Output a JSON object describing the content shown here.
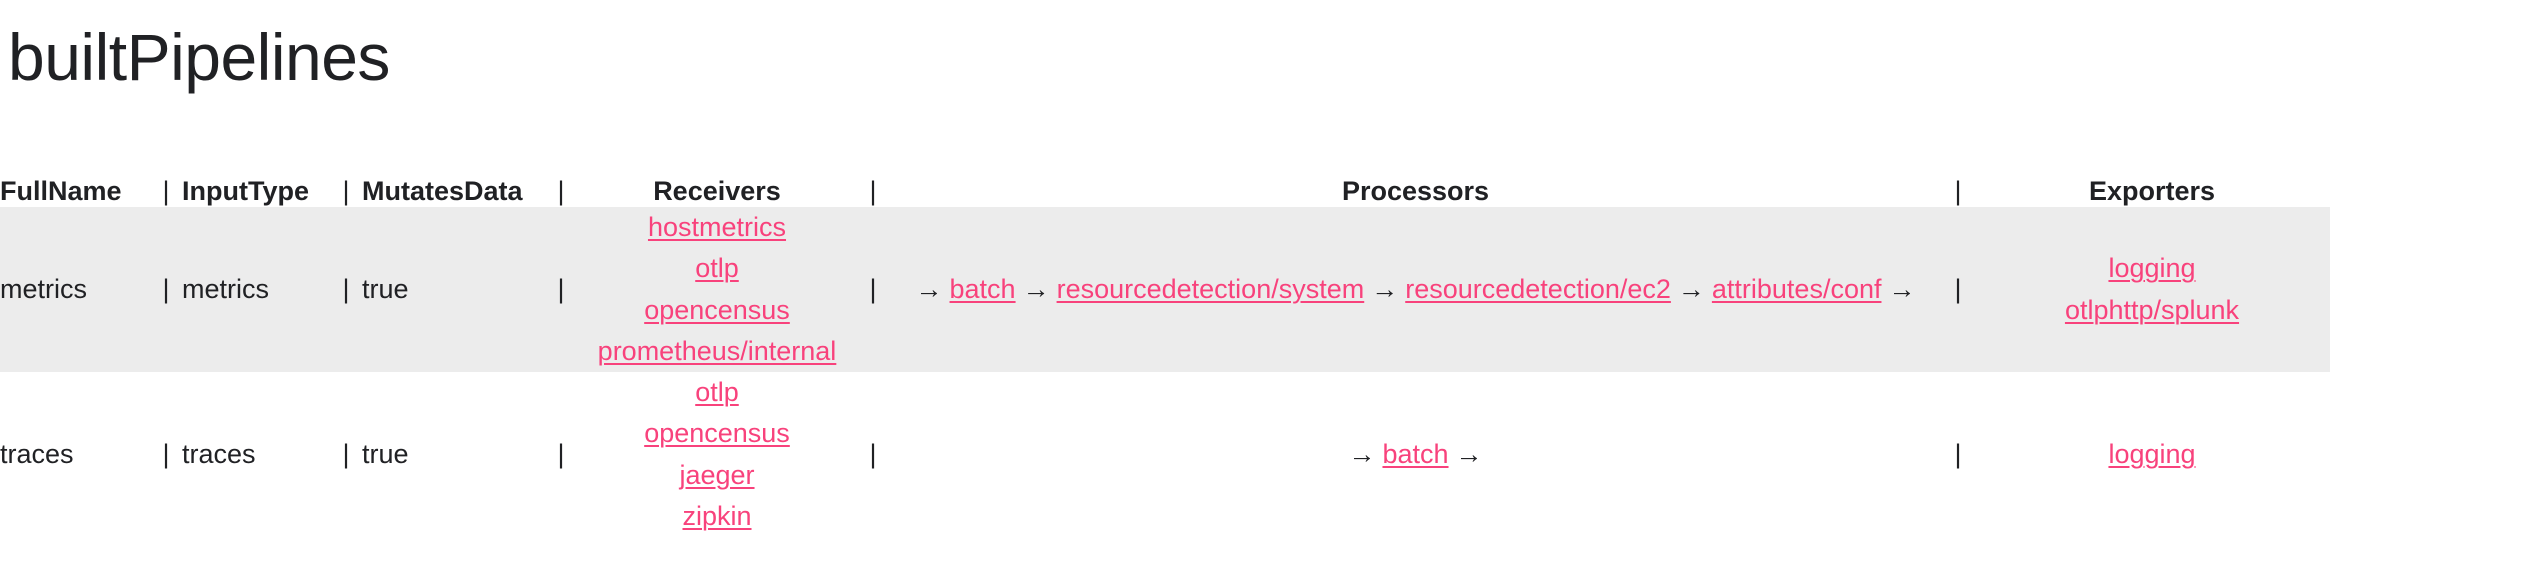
{
  "page": {
    "title": "builtPipelines"
  },
  "table": {
    "columns": [
      {
        "key": "fullname",
        "label": "FullName",
        "align": "left"
      },
      {
        "key": "inputtype",
        "label": "InputType",
        "align": "left"
      },
      {
        "key": "mutatesdata",
        "label": "MutatesData",
        "align": "left"
      },
      {
        "key": "receivers",
        "label": "Receivers",
        "align": "center"
      },
      {
        "key": "processors",
        "label": "Processors",
        "align": "center"
      },
      {
        "key": "exporters",
        "label": "Exporters",
        "align": "center"
      }
    ],
    "separator": "|",
    "arrow": "→",
    "link_color": "#f8427c",
    "row_alt_background": "#ececec",
    "rows": [
      {
        "fullname": "metrics",
        "inputtype": "metrics",
        "mutatesdata": "true",
        "receivers": [
          "hostmetrics",
          "otlp",
          "opencensus",
          "prometheus/internal"
        ],
        "processors": [
          "batch",
          "resourcedetection/system",
          "resourcedetection/ec2",
          "attributes/conf"
        ],
        "exporters": [
          "logging",
          "otlphttp/splunk"
        ]
      },
      {
        "fullname": "traces",
        "inputtype": "traces",
        "mutatesdata": "true",
        "receivers": [
          "otlp",
          "opencensus",
          "jaeger",
          "zipkin"
        ],
        "processors": [
          "batch"
        ],
        "exporters": [
          "logging"
        ]
      }
    ]
  }
}
